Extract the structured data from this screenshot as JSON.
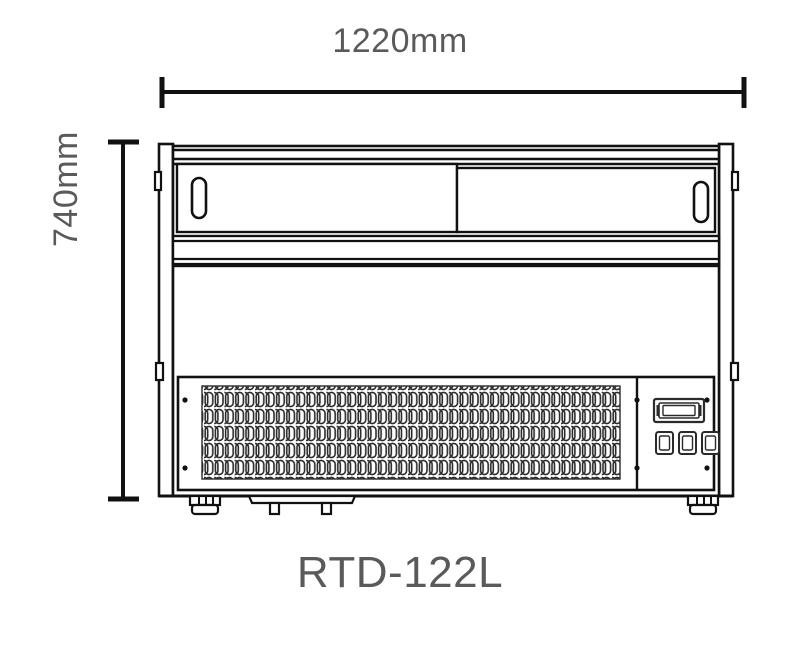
{
  "drawing": {
    "type": "technical-dimension-drawing",
    "subject": "refrigerated display cabinet front elevation",
    "width_dimension": {
      "label": "1220mm",
      "value": 1220,
      "unit": "mm",
      "orientation": "horizontal",
      "position": "top"
    },
    "height_dimension": {
      "label": "740mm",
      "value": 740,
      "unit": "mm",
      "orientation": "vertical-rotated",
      "position": "left"
    },
    "model": {
      "label": "RTD-122L",
      "position": "bottom-center"
    },
    "colors": {
      "background": "#ffffff",
      "line": "#1a1a1a",
      "text": "#5a5a5a",
      "grille": "#3a3a3a",
      "panel_fill": "#ffffff"
    },
    "parts": [
      {
        "name": "sliding-glass-left",
        "note": "left sliding glass panel with recessed handle slot"
      },
      {
        "name": "sliding-glass-right",
        "note": "right sliding glass panel overlapping, with recessed handle slot"
      },
      {
        "name": "mid-rail-band",
        "note": "horizontal trim band below glass doors"
      },
      {
        "name": "cabinet-body",
        "note": "main body front face"
      },
      {
        "name": "condenser-grille",
        "note": "ventilation grille with rows of vertical slots"
      },
      {
        "name": "control-panel",
        "note": "digital controller with display and three buttons"
      },
      {
        "name": "leveling-foot-left",
        "note": "adjustable leveling foot"
      },
      {
        "name": "leveling-foot-right",
        "note": "adjustable leveling foot"
      },
      {
        "name": "drain-bracket",
        "note": "bottom centre drain bracket with two posts"
      }
    ]
  }
}
